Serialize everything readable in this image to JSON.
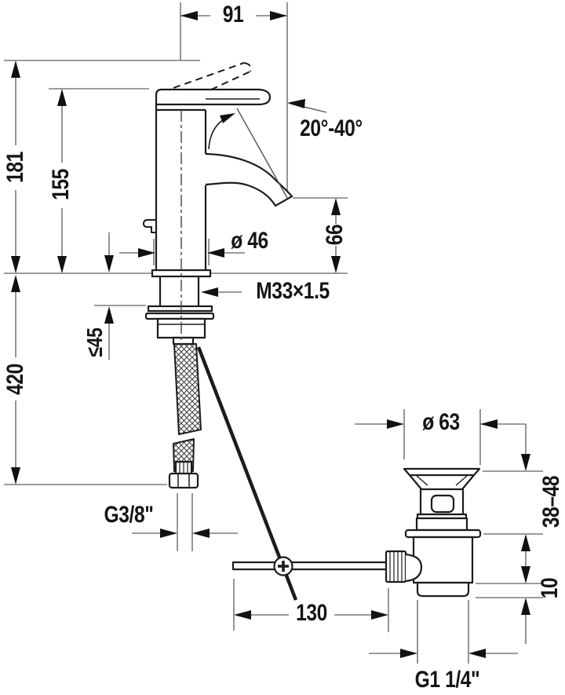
{
  "drawing": {
    "type": "technical-dimension-drawing",
    "colors": {
      "outline": "#1c1c1c",
      "dimension_line": "#7b7b7b",
      "text": "#151515",
      "background": "#ffffff"
    },
    "dimensions": {
      "spout_reach": "91",
      "handle_angle": "20°-40°",
      "height_total": "181",
      "height_to_spout": "155",
      "body_diameter": "ø 46",
      "spout_outlet_height": "66",
      "mounting_thread": "M33×1.5",
      "max_mounting_thickness": "≤45",
      "hose_length": "420",
      "supply_thread": "G3/8\"",
      "waste_flange_diameter": "ø 63",
      "waste_top_depth": "38–48",
      "waste_ring_height": "10",
      "rod_horizontal_length": "130",
      "waste_thread": "G1 1/4\""
    }
  }
}
